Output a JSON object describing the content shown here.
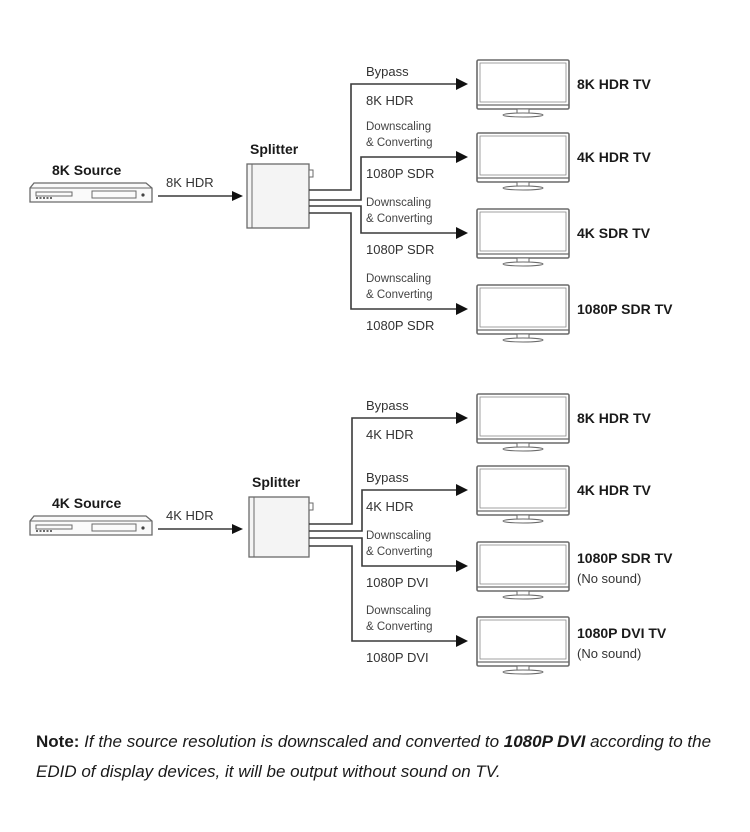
{
  "colors": {
    "line": "#3a3a3a",
    "device_stroke": "#6a6a6a",
    "device_fill": "#f4f4f4",
    "text": "#222222"
  },
  "sections": [
    {
      "id": "8k",
      "source": {
        "label": "8K Source",
        "icon": "media-player-icon"
      },
      "input_signal": "8K HDR",
      "splitter": {
        "label": "Splitter"
      },
      "outputs": [
        {
          "process": "Bypass",
          "signal": "8K HDR",
          "tv": "8K HDR TV",
          "tv_note": ""
        },
        {
          "process": "Downscaling\n& Converting",
          "signal": "1080P SDR",
          "tv": "4K HDR TV",
          "tv_note": ""
        },
        {
          "process": "Downscaling\n& Converting",
          "signal": "1080P SDR",
          "tv": "4K SDR TV",
          "tv_note": ""
        },
        {
          "process": "Downscaling\n& Converting",
          "signal": "1080P SDR",
          "tv": "1080P SDR TV",
          "tv_note": ""
        }
      ]
    },
    {
      "id": "4k",
      "source": {
        "label": "4K Source",
        "icon": "media-player-icon"
      },
      "input_signal": "4K HDR",
      "splitter": {
        "label": "Splitter"
      },
      "outputs": [
        {
          "process": "Bypass",
          "signal": "4K HDR",
          "tv": "8K HDR TV",
          "tv_note": ""
        },
        {
          "process": "Bypass",
          "signal": "4K HDR",
          "tv": "4K HDR TV",
          "tv_note": ""
        },
        {
          "process": "Downscaling\n& Converting",
          "signal": "1080P DVI",
          "tv": "1080P SDR TV",
          "tv_note": "(No sound)"
        },
        {
          "process": "Downscaling\n& Converting",
          "signal": "1080P DVI",
          "tv": "1080P DVI TV",
          "tv_note": "(No sound)"
        }
      ]
    }
  ],
  "note": {
    "prefix": "Note:",
    "text_1": " If the source resolution is downscaled and converted to ",
    "emphasis": "1080P DVI",
    "text_2": " according to the EDID of display devices, it will be output without sound on TV."
  }
}
